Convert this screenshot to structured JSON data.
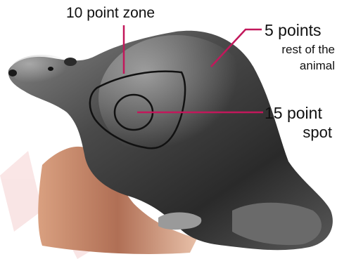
{
  "labels": {
    "ten_point": "10 point zone",
    "five_points_title": "5 points",
    "five_points_line1": "rest of the",
    "five_points_line2": "animal",
    "fifteen_point_title": "15 point",
    "fifteen_point_line": "spot"
  },
  "colors": {
    "leader_line": "#c2185b",
    "zone_outline": "#111111",
    "animal_fur": "#3a3a3a",
    "base_rock": "#c98a6a"
  }
}
